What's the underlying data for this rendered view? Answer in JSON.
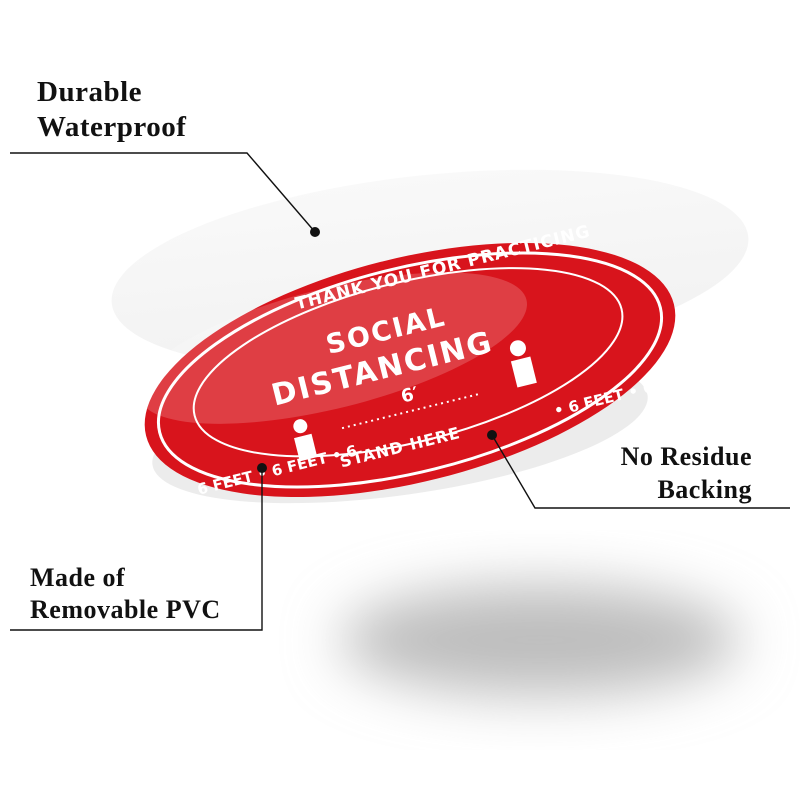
{
  "callouts": {
    "top_left": {
      "line1": "Durable",
      "line2": "Waterproof"
    },
    "right": {
      "line1": "No Residue",
      "line2": "Backing"
    },
    "bottom_left": {
      "line1": "Made of",
      "line2": "Removable PVC"
    }
  },
  "sticker": {
    "ring_top": "THANK YOU FOR PRACTICING",
    "title1": "SOCIAL",
    "title2": "DISTANCING",
    "distance": "6′",
    "stand": "STAND HERE",
    "ring_right": "• 6 FEET • 6 FEET",
    "ring_left": "6 FEET • 6 FEET • 6",
    "color": "#d8141c"
  }
}
